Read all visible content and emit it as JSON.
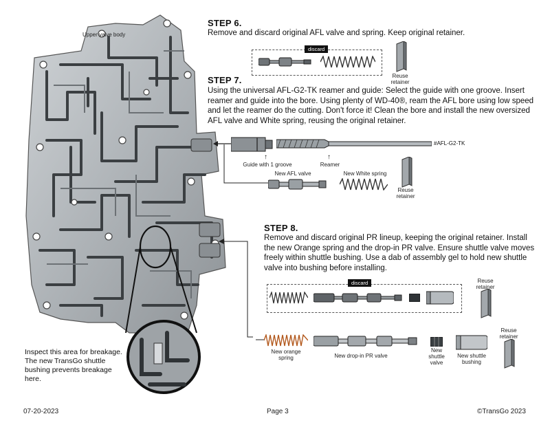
{
  "valve_body": {
    "label": "Upper valve body"
  },
  "step6": {
    "title": "STEP 6.",
    "text": "Remove and discard original AFL valve and spring.  Keep original retainer.",
    "discard_label": "discard",
    "retainer_label": "Reuse retainer"
  },
  "step7": {
    "title": "STEP 7.",
    "text": "Using the universal AFL-G2-TK reamer and guide:  Select the guide with one groove.  Insert reamer and guide into the bore.  Using plenty of WD-40®, ream the AFL bore using low speed and let the reamer do the cutting.  Don't force it! Clean the bore and install the new oversized AFL valve and White spring, reusing the original retainer.",
    "part_number": "#AFL-G2-TK",
    "guide_label": "Guide with 1 groove",
    "reamer_label": "Reamer",
    "valve_label": "New AFL valve",
    "spring_label": "New White spring",
    "retainer_label": "Reuse retainer"
  },
  "step8": {
    "title": "STEP 8.",
    "text": "Remove and discard original PR lineup, keeping the original retainer. Install the new Orange spring and the drop-in PR valve. Ensure shuttle valve moves freely within shuttle bushing. Use a dab of assembly gel to hold new shuttle valve into bushing before installing.",
    "discard_label": "discard",
    "retainer_label_top": "Reuse retainer",
    "retainer_label_bottom": "Reuse retainer",
    "spring_label": "New orange spring",
    "pr_valve_label": "New drop-in PR valve",
    "shuttle_valve_label": "New shuttle valve",
    "shuttle_bushing_label": "New shuttle bushing"
  },
  "inspect_note": "Inspect this area for breakage.  The new TransGo shuttle bushing prevents breakage here.",
  "footer": {
    "date": "07-20-2023",
    "page": "Page 3",
    "copyright": "©TransGo 2023"
  }
}
